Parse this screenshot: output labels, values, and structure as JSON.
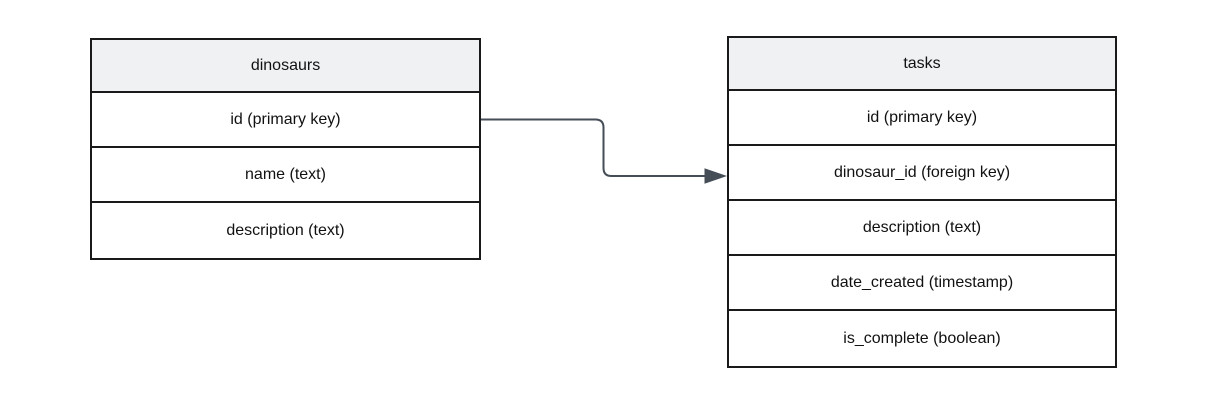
{
  "diagram": {
    "tables": [
      {
        "name": "dinosaurs",
        "fields": [
          "id (primary key)",
          "name (text)",
          "description (text)"
        ]
      },
      {
        "name": "tasks",
        "fields": [
          "id (primary key)",
          "dinosaur_id (foreign key)",
          "description (text)",
          "date_created (timestamp)",
          "is_complete (boolean)"
        ]
      }
    ],
    "connector": {
      "from_table": "dinosaurs",
      "from_field": "id (primary key)",
      "to_table": "tasks",
      "to_field": "dinosaur_id (foreign key)",
      "arrow": "filled-triangle-right"
    },
    "colors": {
      "background": "#ffffff",
      "table_border": "#1a1a1a",
      "header_fill": "#f0f1f3",
      "row_fill": "#ffffff",
      "text": "#111111",
      "connector": "#454d57"
    }
  }
}
